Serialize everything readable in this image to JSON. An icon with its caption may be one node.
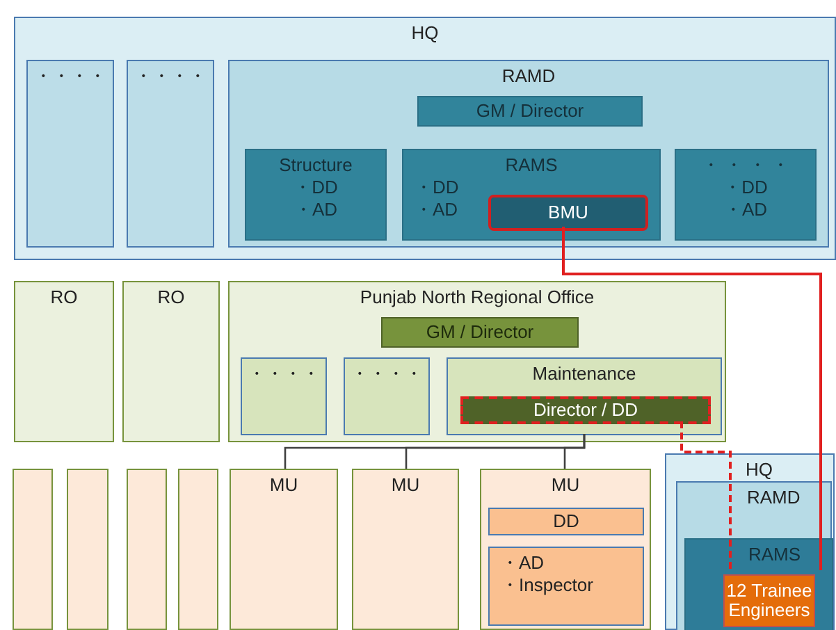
{
  "diagram": {
    "nodes": [
      {
        "text": [
          "HQ"
        ]
      },
      {
        "text": [
          "・・・・"
        ],
        "in": 0
      },
      {
        "text": [
          "・・・・"
        ],
        "in": 0
      },
      {
        "text": [
          "RAMD"
        ],
        "in": 0
      },
      {
        "text": [
          "GM / Director"
        ],
        "in": 3
      },
      {
        "text": [
          "Structure",
          "・DD",
          "・AD"
        ],
        "in": 3
      },
      {
        "text": [
          "RAMS",
          "・DD",
          "・AD"
        ],
        "in": 3
      },
      {
        "text": [
          "BMU"
        ],
        "in": 6
      },
      {
        "text": [
          "・ ・ ・ ・",
          "・DD",
          "・AD"
        ],
        "in": 3
      },
      {
        "text": [
          "RO"
        ]
      },
      {
        "text": [
          "RO"
        ]
      },
      {
        "text": [
          "Punjab North Regional Office"
        ]
      },
      {
        "text": [
          "GM / Director"
        ],
        "in": 11
      },
      {
        "text": [
          "・・・・"
        ],
        "in": 11
      },
      {
        "text": [
          "・・・・"
        ],
        "in": 11
      },
      {
        "text": [
          "Maintenance"
        ],
        "in": 11
      },
      {
        "text": [
          "Director / DD"
        ],
        "in": 15
      },
      {
        "text": [],
        "shape": "box"
      },
      {
        "text": [],
        "shape": "box"
      },
      {
        "text": [],
        "shape": "box"
      },
      {
        "text": [],
        "shape": "box"
      },
      {
        "text": [
          "MU"
        ]
      },
      {
        "text": [
          "MU"
        ]
      },
      {
        "text": [
          "MU"
        ]
      },
      {
        "text": [
          "DD"
        ],
        "in": 23
      },
      {
        "text": [
          "・AD",
          "・Inspector"
        ],
        "in": 23
      },
      {
        "text": [
          "HQ"
        ]
      },
      {
        "text": [
          "RAMD"
        ],
        "in": 26
      },
      {
        "text": [
          "RAMS"
        ],
        "in": 27
      },
      {
        "text": [
          "12 Trainee Engineers"
        ],
        "in": 28
      }
    ],
    "edges": [
      {
        "from": 15,
        "to": 21,
        "arrow": "none"
      },
      {
        "from": 15,
        "to": 22,
        "arrow": "none"
      },
      {
        "from": 15,
        "to": 23,
        "arrow": "none"
      },
      {
        "from": 7,
        "to": 29,
        "arrow": "none",
        "color": "#e02020"
      },
      {
        "from": 16,
        "to": 29,
        "arrow": "none",
        "style": "dashed",
        "color": "#e02020"
      }
    ]
  }
}
